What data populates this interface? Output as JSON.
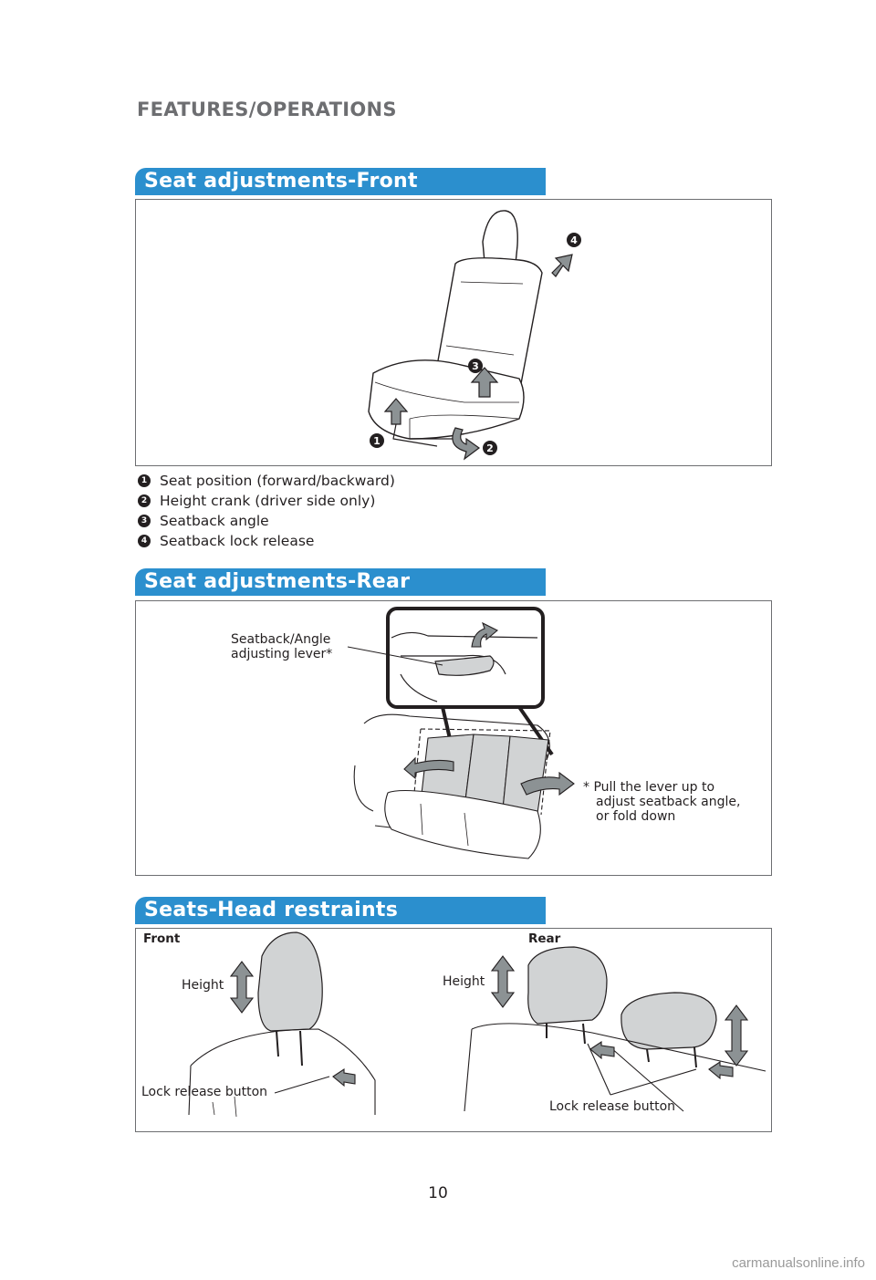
{
  "page": {
    "section_header": "FEATURES/OPERATIONS",
    "page_number": "10",
    "watermark": "carmanualsonline.info"
  },
  "front": {
    "title": "Seat adjustments-Front",
    "callouts": [
      "1",
      "2",
      "3",
      "4"
    ],
    "legend": [
      {
        "num": "1",
        "text": "Seat position (forward/backward)"
      },
      {
        "num": "2",
        "text": "Height crank (driver side only)"
      },
      {
        "num": "3",
        "text": "Seatback angle"
      },
      {
        "num": "4",
        "text": "Seatback lock release"
      }
    ]
  },
  "rear": {
    "title": "Seat adjustments-Rear",
    "lever_label_line1": "Seatback/Angle",
    "lever_label_line2": "adjusting lever*",
    "note_line1": "* Pull the lever up to",
    "note_line2": "adjust seatback angle,",
    "note_line3": "or fold down"
  },
  "head": {
    "title": "Seats-Head restraints",
    "front_label": "Front",
    "rear_label": "Rear",
    "front_height": "Height",
    "rear_height": "Height",
    "front_lock": "Lock release button",
    "rear_lock": "Lock release button"
  },
  "colors": {
    "tab_blue": "#2b8fce",
    "arrow_gray": "#8c9294",
    "seat_gray": "#d1d3d4"
  }
}
